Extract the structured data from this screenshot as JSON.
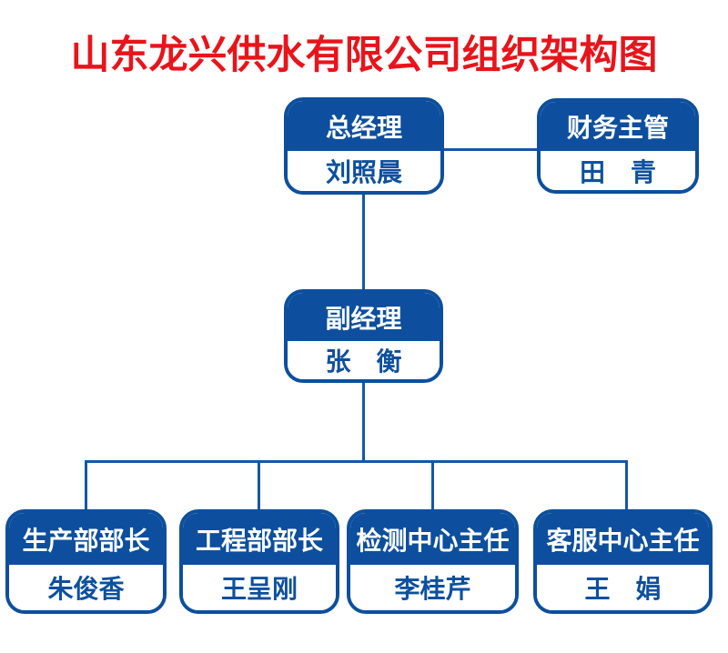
{
  "title": {
    "text": "山东龙兴供水有限公司组织架构图"
  },
  "colors": {
    "box_blue": "#0d4f9e",
    "line_blue": "#1457a8",
    "title_red": "#e9141b",
    "name_blue": "#0d509f"
  },
  "nodes": {
    "general_manager": {
      "role": "总经理",
      "name": "刘照晨"
    },
    "finance_supervisor": {
      "role": "财务主管",
      "name": "田　青"
    },
    "deputy_manager": {
      "role": "副经理",
      "name": "张　衡"
    },
    "production_head": {
      "role": "生产部部长",
      "name": "朱俊香"
    },
    "engineering_head": {
      "role": "工程部部长",
      "name": "王呈刚"
    },
    "testing_director": {
      "role": "检测中心主任",
      "name": "李桂芹"
    },
    "service_director": {
      "role": "客服中心主任",
      "name": "王　娟"
    }
  }
}
